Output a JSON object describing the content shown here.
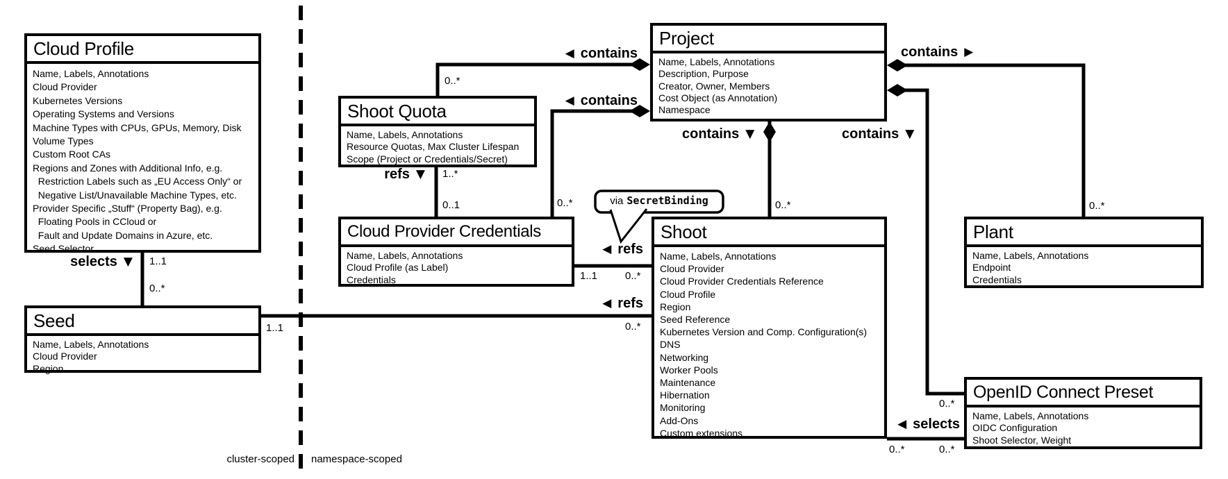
{
  "colors": {
    "foreground": "#000000",
    "background": "#ffffff"
  },
  "entities": {
    "cloud_profile": {
      "title": "Cloud Profile",
      "attributes": [
        "Name, Labels, Annotations",
        "Cloud Provider",
        "Kubernetes Versions",
        "Operating Systems and Versions",
        "Machine Types with CPUs, GPUs, Memory, Disk",
        "Volume Types",
        "Custom Root CAs",
        "Regions and Zones with Additional Info, e.g.",
        "  Restriction Labels such as „EU Access Only“ or",
        "  Negative List/Unavailable Machine Types, etc.",
        "Provider Specific „Stuff“ (Property Bag), e.g.",
        "  Floating Pools in CCloud or",
        "  Fault and Update Domains in Azure, etc.",
        "Seed Selector"
      ]
    },
    "seed": {
      "title": "Seed",
      "attributes": [
        "Name, Labels, Annotations",
        "Cloud Provider",
        "Region"
      ]
    },
    "shoot_quota": {
      "title": "Shoot Quota",
      "attributes": [
        "Name, Labels, Annotations",
        "Resource Quotas, Max Cluster Lifespan",
        "Scope (Project or Credentials/Secret)"
      ]
    },
    "cloud_provider_credentials": {
      "title": "Cloud Provider Credentials",
      "attributes": [
        "Name, Labels, Annotations",
        "Cloud Profile (as Label)",
        "Credentials"
      ]
    },
    "project": {
      "title": "Project",
      "attributes": [
        "Name, Labels, Annotations",
        "Description, Purpose",
        "Creator, Owner, Members",
        "Cost Object (as Annotation)",
        "Namespace"
      ]
    },
    "shoot": {
      "title": "Shoot",
      "attributes": [
        "Name, Labels, Annotations",
        "Cloud Provider",
        "Cloud Provider Credentials Reference",
        "Cloud Profile",
        "Region",
        "Seed Reference",
        "Kubernetes Version and Comp. Configuration(s)",
        "DNS",
        "Networking",
        "Worker Pools",
        "Maintenance",
        "Hibernation",
        "Monitoring",
        "Add-Ons",
        "Custom extensions"
      ]
    },
    "plant": {
      "title": "Plant",
      "attributes": [
        "Name, Labels, Annotations",
        "Endpoint",
        "Credentials"
      ]
    },
    "openid_connect_preset": {
      "title": "OpenID Connect Preset",
      "attributes": [
        "Name, Labels, Annotations",
        "OIDC Configuration",
        "Shoot Selector, Weight"
      ]
    }
  },
  "labels": {
    "contains_shootquota": {
      "arrow": "◀",
      "text": "contains"
    },
    "contains_credentials": {
      "arrow": "◀",
      "text": "contains"
    },
    "contains_plant": {
      "text": "contains",
      "arrow": "▶"
    },
    "contains_shoot": {
      "text": "contains",
      "arrow": "▼"
    },
    "contains_oidc": {
      "text": "contains",
      "arrow": "▼"
    },
    "refs_quota_credentials": {
      "text": "refs",
      "arrow": "▼"
    },
    "refs_credentials_shoot": {
      "arrow": "◀",
      "text": "refs"
    },
    "refs_seed_shoot": {
      "arrow": "◀",
      "text": "refs"
    },
    "selects_cloudprofile_seed": {
      "text": "selects",
      "arrow": "▼"
    },
    "selects_shoot_oidc": {
      "arrow": "◀",
      "text": "selects"
    }
  },
  "multiplicities": {
    "shootquota_contains": "0..*",
    "credentials_contains": "0..*",
    "shoot_contains": "0..*",
    "oidc_contains": "0..*",
    "plant_contains": "0..*",
    "cloudprofile_selects": "1..1",
    "seed_selects": "0..*",
    "quota_refs_source": "1..*",
    "credentials_refs_target": "0..1",
    "credentials_refs_shoot_source": "1..1",
    "shoot_refs_credentials_target": "0..*",
    "seed_refs_source": "1..1",
    "shoot_refs_seed_target": "0..*",
    "shoot_selects_source": "0..*",
    "oidc_selects_target": "0..*"
  },
  "callout": {
    "prefix": "via",
    "code": "SecretBinding"
  },
  "scope": {
    "left_label": "cluster-scoped",
    "right_label": "namespace-scoped"
  }
}
